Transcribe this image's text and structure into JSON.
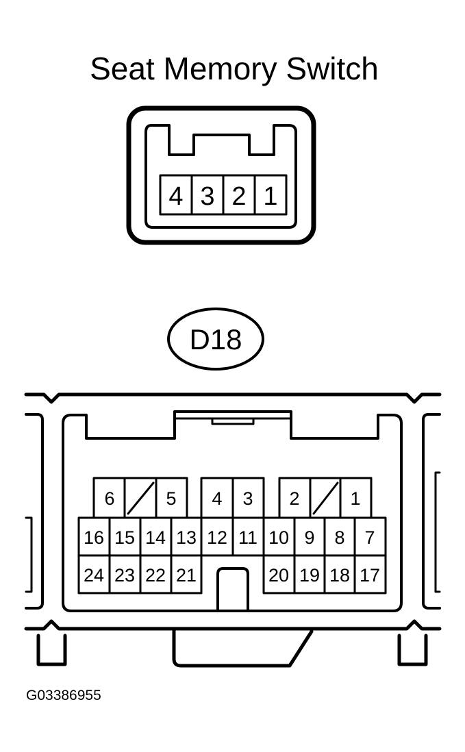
{
  "title": "Seat Memory Switch",
  "switch_connector": {
    "pins": [
      "4",
      "3",
      "2",
      "1"
    ]
  },
  "d18_connector": {
    "label": "D18",
    "top_row": [
      "6",
      "5",
      "4",
      "3",
      "2",
      "1"
    ],
    "middle_row": [
      "16",
      "15",
      "14",
      "13",
      "12",
      "11",
      "10",
      "9",
      "8",
      "7"
    ],
    "bottom_row": [
      "24",
      "23",
      "22",
      "21",
      "20",
      "19",
      "18",
      "17"
    ]
  },
  "figure_code": "G03386955",
  "colors": {
    "ink": "#000000",
    "paper": "#ffffff"
  }
}
